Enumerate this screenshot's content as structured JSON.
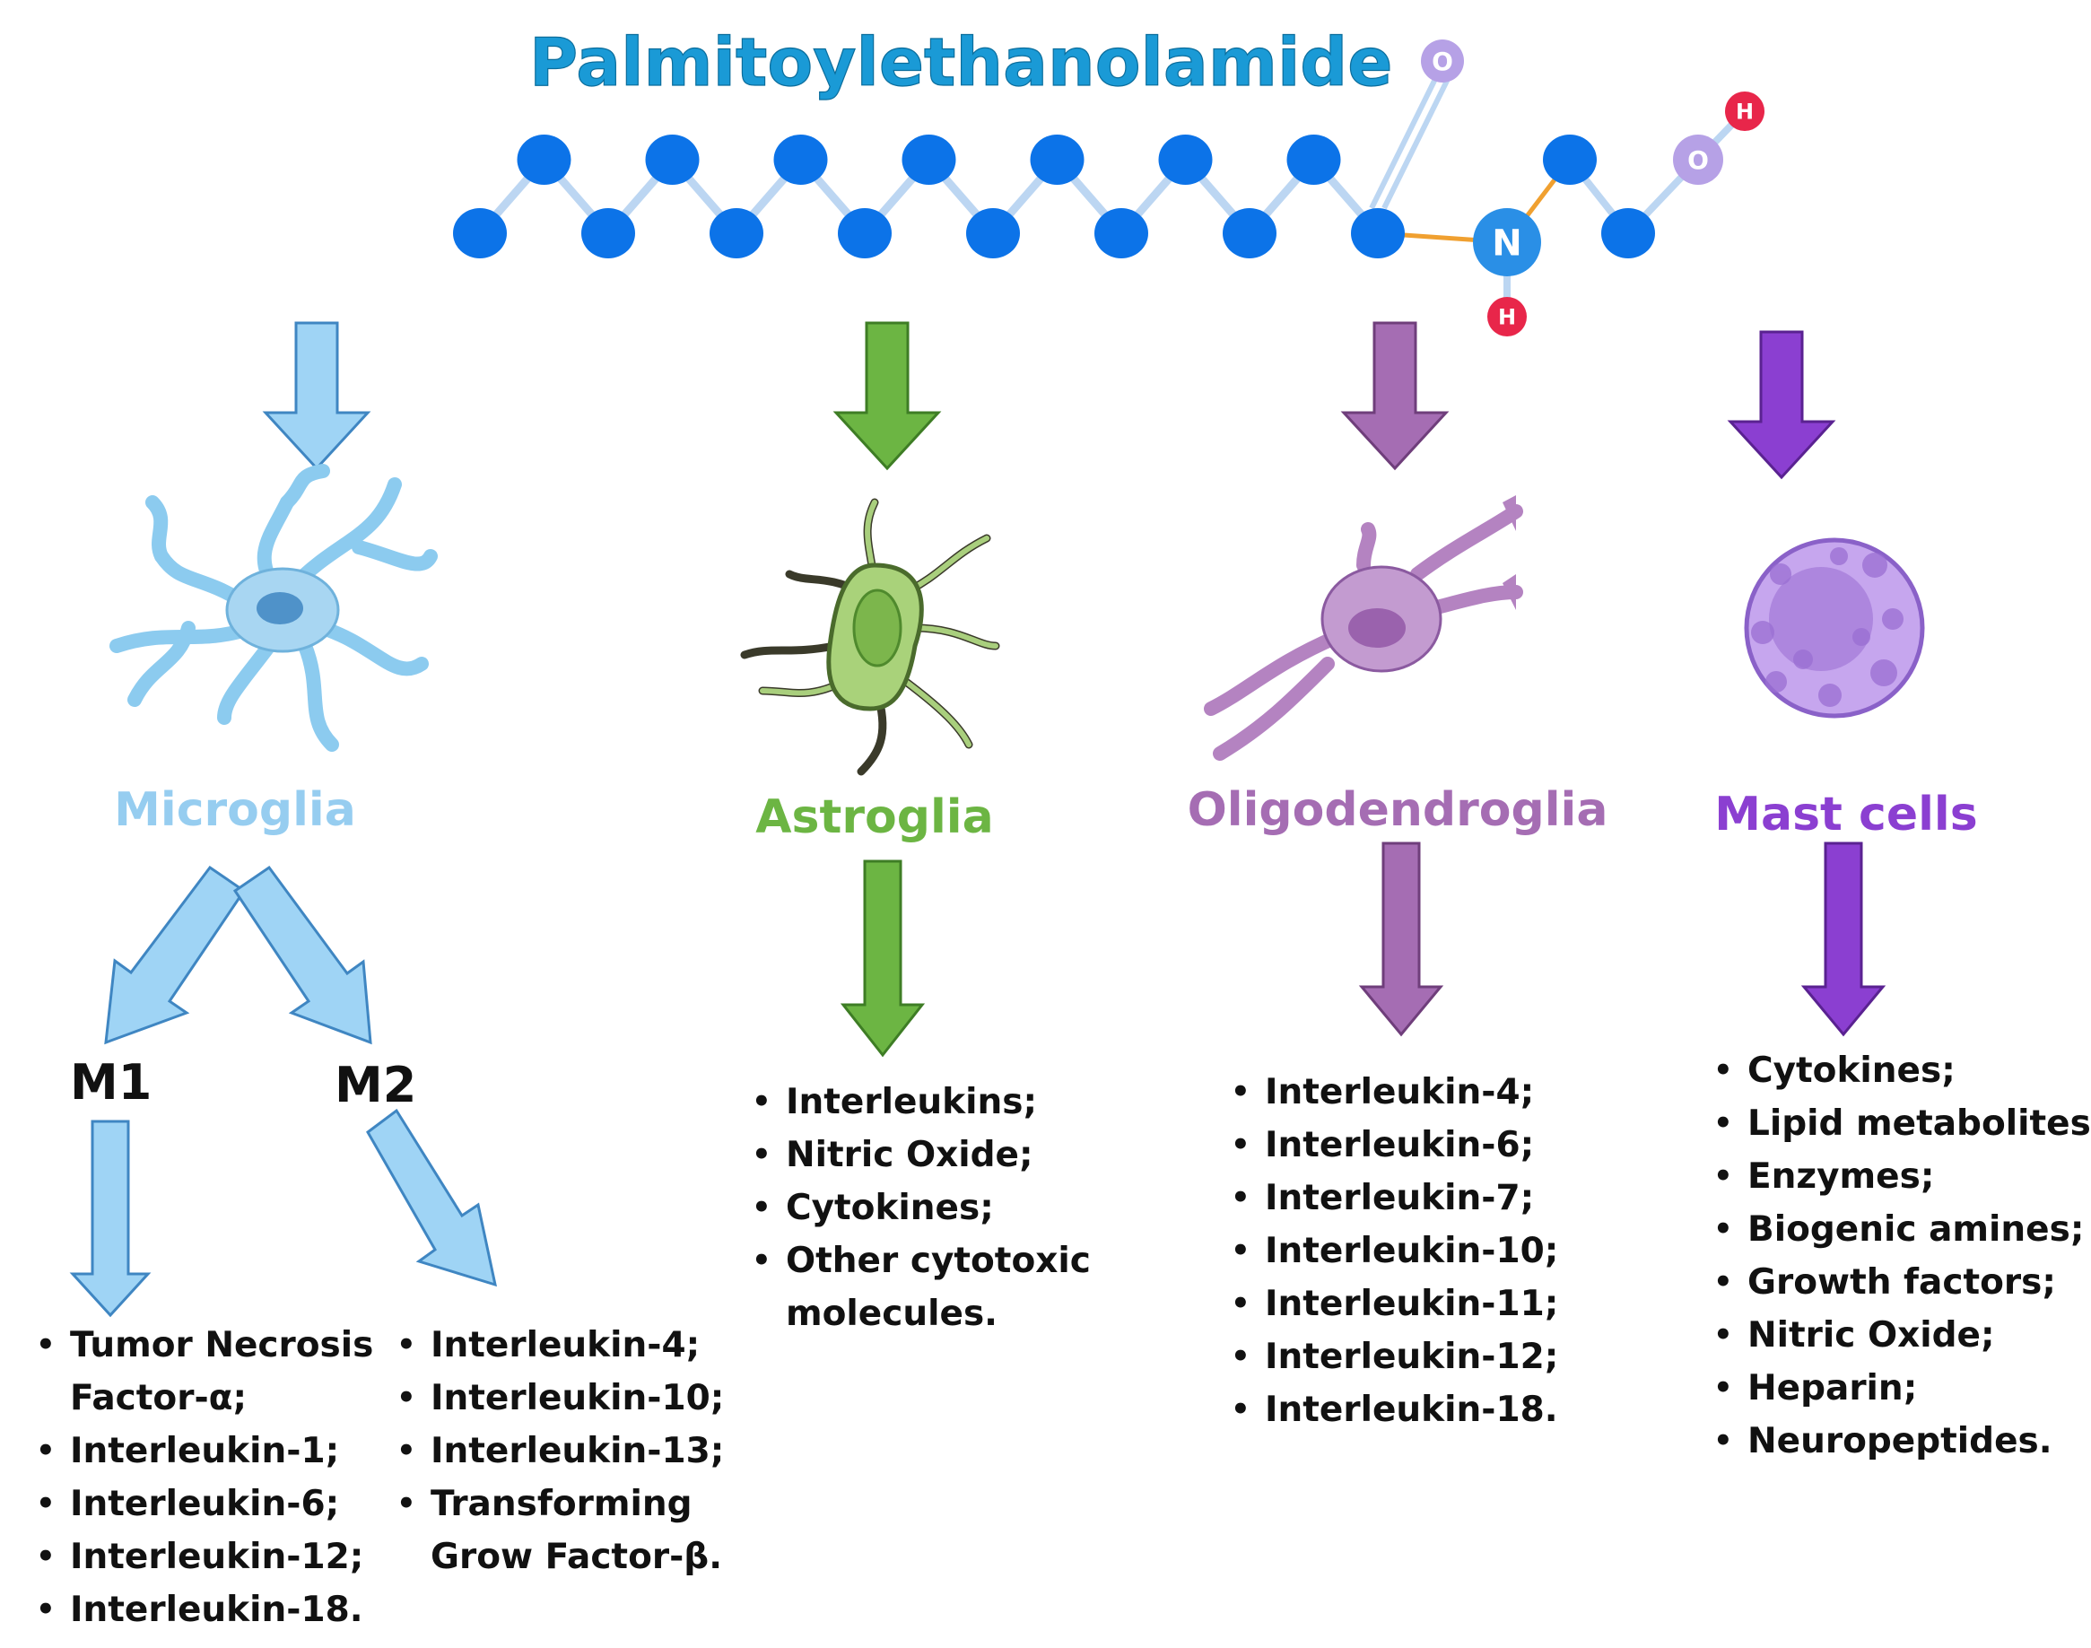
{
  "title": "Palmitoylethanolamide",
  "molecule": {
    "atoms": {
      "nitrogen": "N",
      "oxygen": "O",
      "hydrogen": "H"
    },
    "colors": {
      "carbon": "#0c73e8",
      "nitrogen": "#2a8fe6",
      "oxygen": "#b6a1e6",
      "hydrogen": "#e8264a",
      "chain_bond": "#bcd6f2",
      "amide_bond": "#f0a030"
    }
  },
  "cells": [
    {
      "key": "microglia",
      "label": "Microglia",
      "color": "#96cdf0",
      "icon": "microglia-cell-icon"
    },
    {
      "key": "astroglia",
      "label": "Astroglia",
      "color": "#6cb543",
      "icon": "astroglia-cell-icon"
    },
    {
      "key": "oligodendroglia",
      "label": "Oligodendroglia",
      "color": "#a56db3",
      "icon": "oligodendroglia-cell-icon"
    },
    {
      "key": "mast",
      "label": "Mast cells",
      "color": "#8b3fd1",
      "icon": "mast-cell-icon"
    }
  ],
  "microglia": {
    "m1": {
      "label": "M1",
      "items": [
        "Tumor Necrosis",
        "Factor-α;",
        "Interleukin-1;",
        "Interleukin-6;",
        "Interleukin-12;",
        "Interleukin-18."
      ]
    },
    "m2": {
      "label": "M2",
      "items": [
        "Interleukin-4;",
        "Interleukin-10;",
        "Interleukin-13;",
        "Transforming",
        "Grow Factor-β."
      ]
    }
  },
  "astroglia_items": [
    "Interleukins;",
    "Nitric Oxide;",
    "Cytokines;",
    "Other cytotoxic",
    "molecules."
  ],
  "oligodendroglia_items": [
    "Interleukin-4;",
    "Interleukin-6;",
    "Interleukin-7;",
    "Interleukin-10;",
    "Interleukin-11;",
    "Interleukin-12;",
    "Interleukin-18."
  ],
  "mast_items": [
    "Cytokines;",
    "Lipid metabolites;",
    "Enzymes;",
    "Biogenic amines;",
    "Growth factors;",
    "Nitric Oxide;",
    "Heparin;",
    "Neuropeptides."
  ]
}
